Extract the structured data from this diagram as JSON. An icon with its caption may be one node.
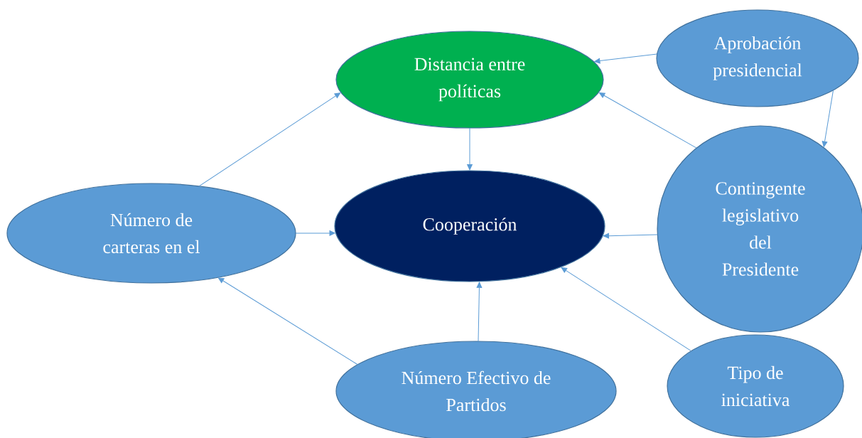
{
  "diagram": {
    "nodes": [
      {
        "text": [
          "Distancia entre políticas"
        ]
      },
      {
        "text": [
          "Aprobación presidencial"
        ]
      },
      {
        "text": [
          "Número de carteras en el"
        ]
      },
      {
        "text": [
          "Cooperación"
        ]
      },
      {
        "text": [
          "Contingente legislativo del Presidente"
        ]
      },
      {
        "text": [
          "Número Efectivo de Partidos"
        ]
      },
      {
        "text": [
          "Tipo de iniciativa"
        ]
      }
    ],
    "edges": [
      {
        "from": 1,
        "to": 0,
        "arrow": "to"
      },
      {
        "from": 1,
        "to": 4,
        "arrow": "to"
      },
      {
        "from": 4,
        "to": 0,
        "arrow": "to"
      },
      {
        "from": 2,
        "to": 0,
        "arrow": "to"
      },
      {
        "from": 0,
        "to": 3,
        "arrow": "to"
      },
      {
        "from": 2,
        "to": 3,
        "arrow": "to"
      },
      {
        "from": 4,
        "to": 3,
        "arrow": "to"
      },
      {
        "from": 5,
        "to": 3,
        "arrow": "to"
      },
      {
        "from": 5,
        "to": 2,
        "arrow": "to"
      },
      {
        "from": 6,
        "to": 3,
        "arrow": "to"
      }
    ]
  }
}
